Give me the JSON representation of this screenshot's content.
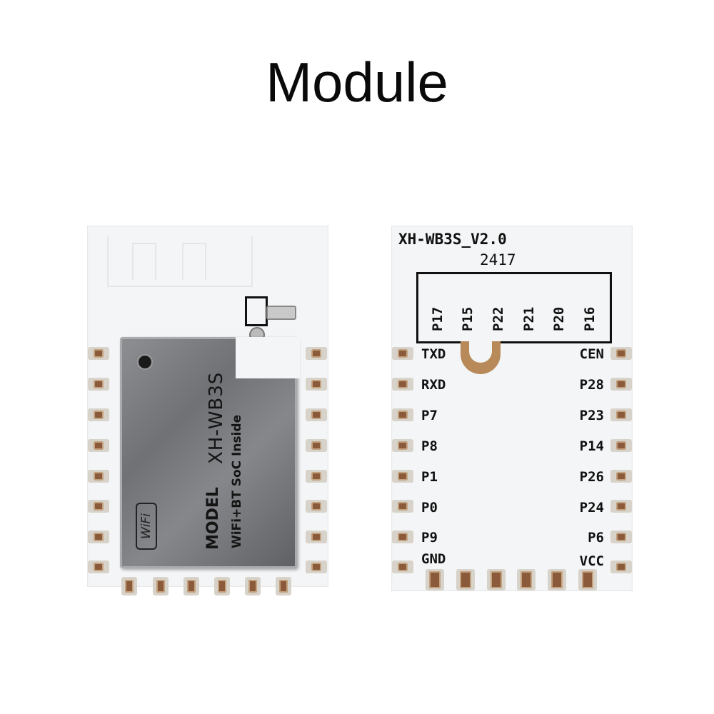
{
  "title": "Module",
  "front": {
    "model_label": "MODEL",
    "model_name": "XH-WB3S",
    "subtitle": "WiFi+BT SoC Inside",
    "wifi_logo": "WiFi"
  },
  "back": {
    "board_name": "XH-WB3S_V2.0",
    "date_code": "2417",
    "top_pins": [
      "P17",
      "P15",
      "P22",
      "P21",
      "P20",
      "P16"
    ],
    "left_pins": [
      "TXD",
      "RXD",
      "P7",
      "P8",
      "P1",
      "P0",
      "P9",
      "GND"
    ],
    "right_pins": [
      "CEN",
      "P28",
      "P23",
      "P14",
      "P26",
      "P24",
      "P6",
      "VCC"
    ]
  }
}
